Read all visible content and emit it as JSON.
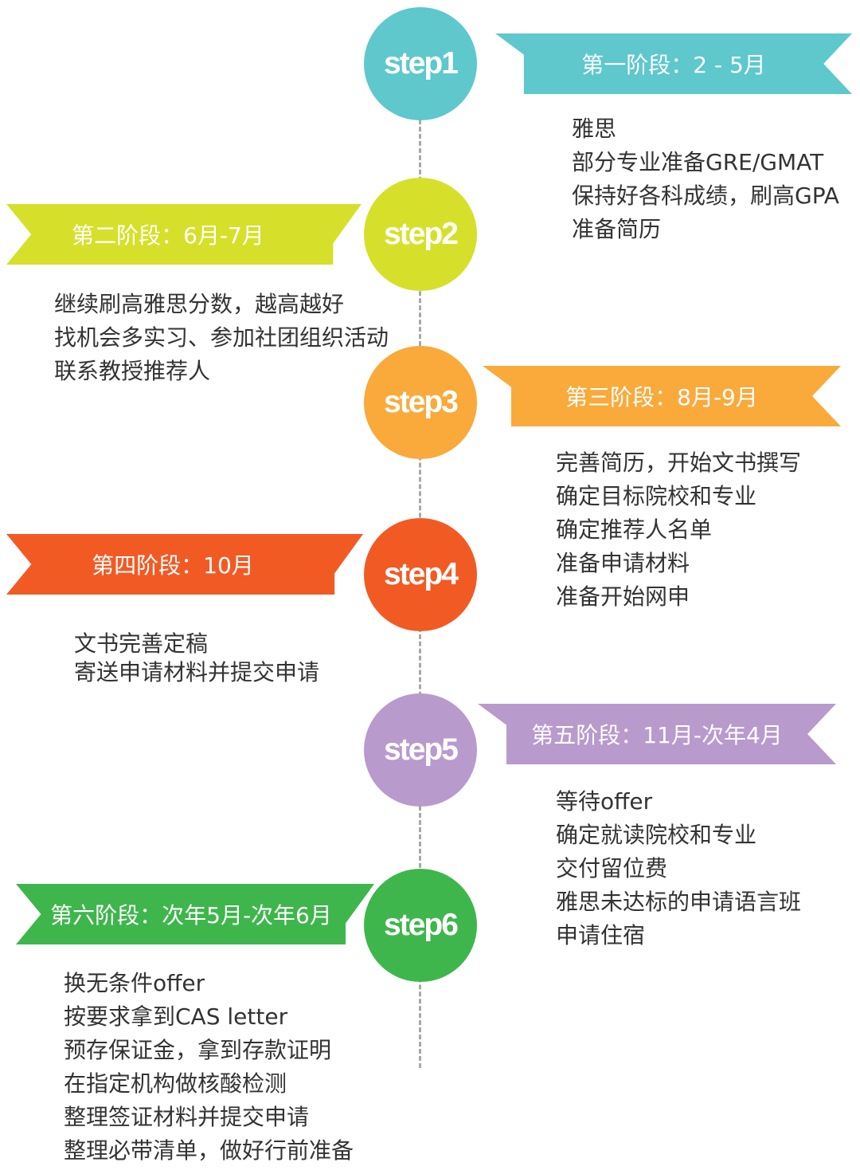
{
  "steps": [
    {
      "label": "step1",
      "color": "#5ec8cc",
      "stage": "第一阶段：2 - 5月",
      "items": [
        "雅思",
        "部分专业准备GRE/GMAT",
        "保持好各科成绩，刷高GPA",
        "准备简历"
      ]
    },
    {
      "label": "step2",
      "color": "#d6e02a",
      "stage": "第二阶段：6月-7月",
      "items": [
        "继续刷高雅思分数，越高越好",
        "找机会多实习、参加社团组织活动",
        "联系教授推荐人"
      ]
    },
    {
      "label": "step3",
      "color": "#f9aa3b",
      "stage": "第三阶段：8月-9月",
      "items": [
        "完善简历，开始文书撰写",
        "确定目标院校和专业",
        "确定推荐人名单",
        "准备申请材料",
        "准备开始网申"
      ]
    },
    {
      "label": "step4",
      "color": "#f25a24",
      "stage": "第四阶段：10月",
      "items": [
        "文书完善定稿",
        "寄送申请材料并提交申请"
      ]
    },
    {
      "label": "step5",
      "color": "#b99acc",
      "stage": "第五阶段：11月-次年4月",
      "items": [
        "等待offer",
        "确定就读院校和专业",
        "交付留位费",
        "雅思未达标的申请语言班",
        "申请住宿"
      ]
    },
    {
      "label": "step6",
      "color": "#3eb64c",
      "stage": "第六阶段：次年5月-次年6月",
      "items": [
        "换无条件offer",
        "按要求拿到CAS letter",
        "预存保证金，拿到存款证明",
        "在指定机构做核酸检测",
        "整理签证材料并提交申请",
        "整理必带清单，做好行前准备"
      ]
    }
  ]
}
